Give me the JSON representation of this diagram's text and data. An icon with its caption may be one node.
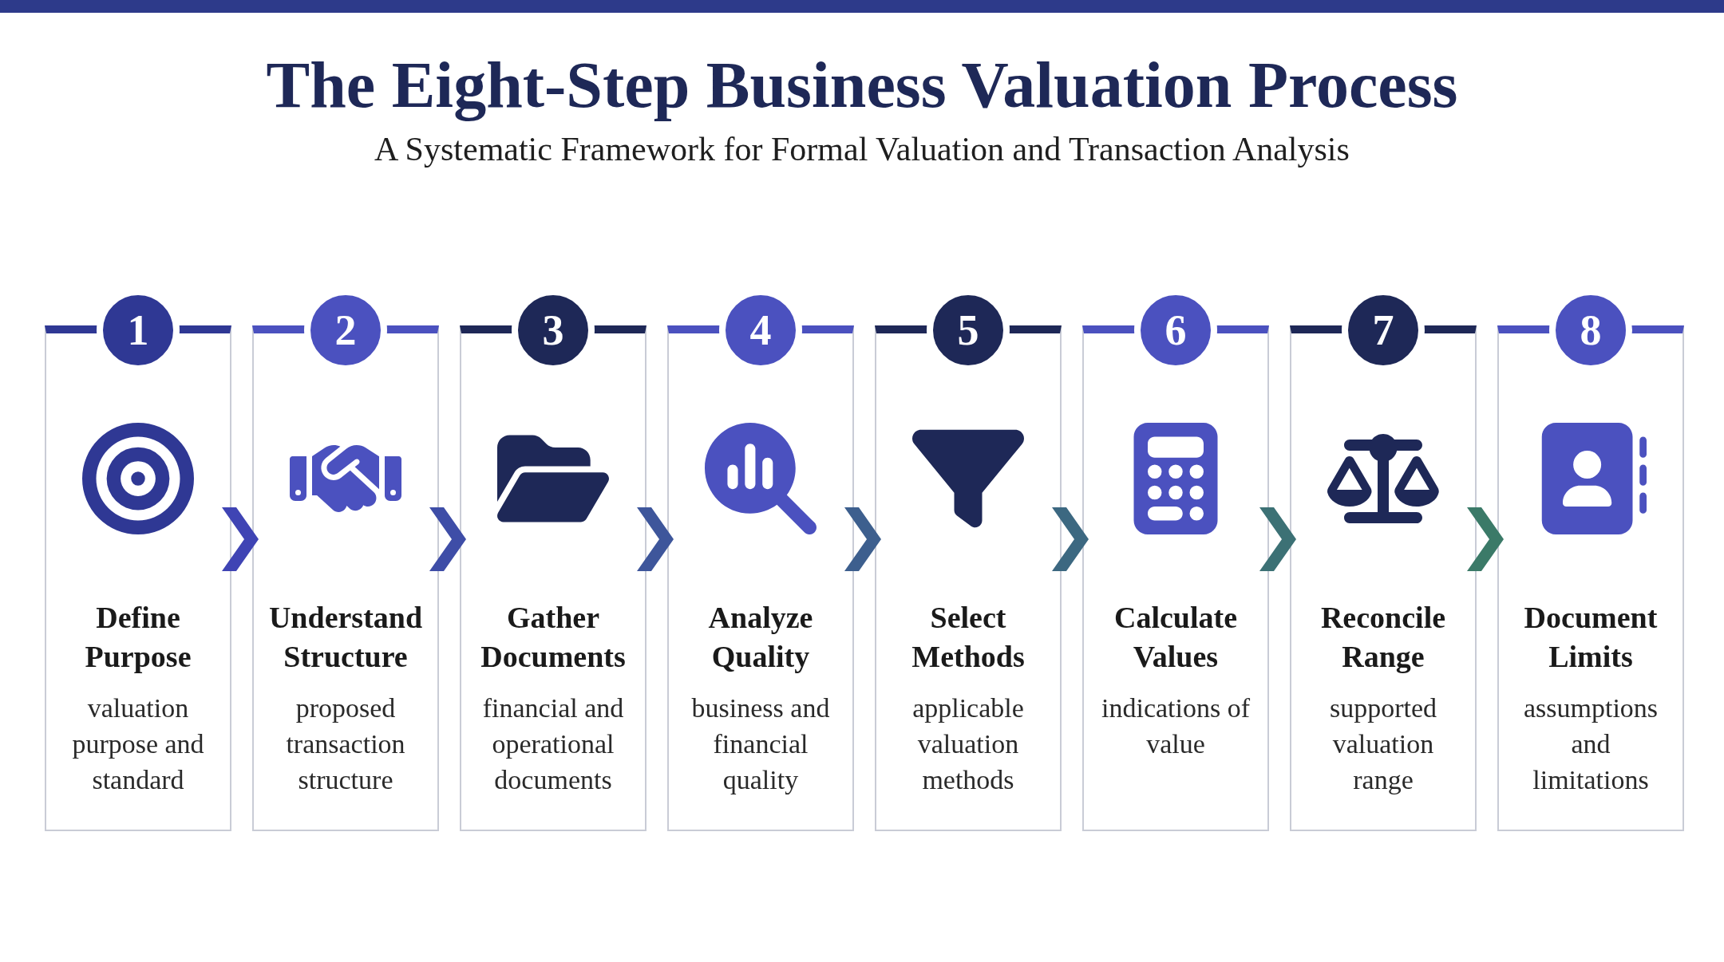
{
  "diagram": {
    "title": "The Eight-Step Business Valuation Process",
    "caption": "A Systematic Framework for Formal Valuation and Transaction Analysis",
    "nodes": [
      {
        "text": [
          "1",
          "Define Purpose",
          "valuation purpose and standard"
        ]
      },
      {
        "text": [
          "2",
          "Understand Structure",
          "proposed transaction structure"
        ]
      },
      {
        "text": [
          "3",
          "Gather Documents",
          "financial and operational documents"
        ]
      },
      {
        "text": [
          "4",
          "Analyze Quality",
          "business and financial quality"
        ]
      },
      {
        "text": [
          "5",
          "Select Methods",
          "applicable valuation methods"
        ]
      },
      {
        "text": [
          "6",
          "Calculate Values",
          "indications of value"
        ]
      },
      {
        "text": [
          "7",
          "Reconcile Range",
          "supported valuation range"
        ]
      },
      {
        "text": [
          "8",
          "Document Limits",
          "assumptions and limitations"
        ]
      },
      {
        "text": [],
        "shape": "bar"
      }
    ],
    "edges": [
      {
        "from": 0,
        "to": 1,
        "arrow": "to"
      },
      {
        "from": 1,
        "to": 2,
        "arrow": "to"
      },
      {
        "from": 2,
        "to": 3,
        "arrow": "to"
      },
      {
        "from": 3,
        "to": 4,
        "arrow": "to"
      },
      {
        "from": 4,
        "to": 5,
        "arrow": "to"
      },
      {
        "from": 5,
        "to": 6,
        "arrow": "to"
      },
      {
        "from": 6,
        "to": 7,
        "arrow": "to"
      }
    ]
  }
}
